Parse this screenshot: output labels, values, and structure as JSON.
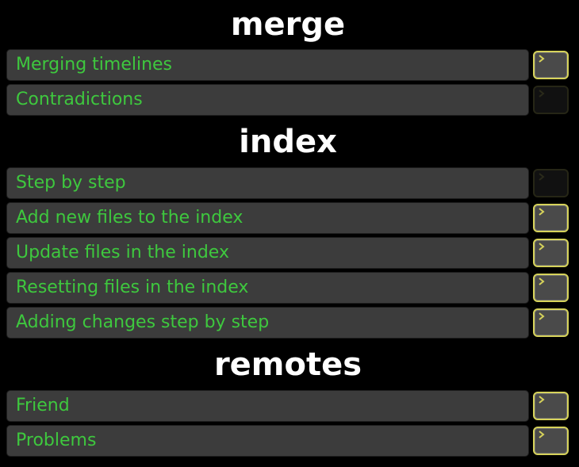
{
  "sections": [
    {
      "title": "merge",
      "levels": [
        {
          "label": "Merging timelines",
          "terminal_state": "active"
        },
        {
          "label": "Contradictions",
          "terminal_state": "inactive"
        }
      ]
    },
    {
      "title": "index",
      "levels": [
        {
          "label": "Step by step",
          "terminal_state": "inactive"
        },
        {
          "label": "Add new files to the index",
          "terminal_state": "active"
        },
        {
          "label": "Update files in the index",
          "terminal_state": "active"
        },
        {
          "label": "Resetting files in the index",
          "terminal_state": "active"
        },
        {
          "label": "Adding changes step by step",
          "terminal_state": "active"
        }
      ]
    },
    {
      "title": "remotes",
      "levels": [
        {
          "label": "Friend",
          "terminal_state": "active"
        },
        {
          "label": "Problems",
          "terminal_state": "active"
        }
      ]
    }
  ],
  "terminal_icon": {
    "glyph": "›",
    "name": "terminal-prompt-icon"
  },
  "colors": {
    "background": "#000000",
    "section_title": "#ffffff",
    "level_bar": "#3c3c3c",
    "level_text": "#3ec83e",
    "terminal_active_border": "#d6d25a",
    "terminal_active_fill": "#4a4a4a",
    "terminal_inactive_fill": "#111111",
    "prompt_glyph": "#d6d25a"
  }
}
